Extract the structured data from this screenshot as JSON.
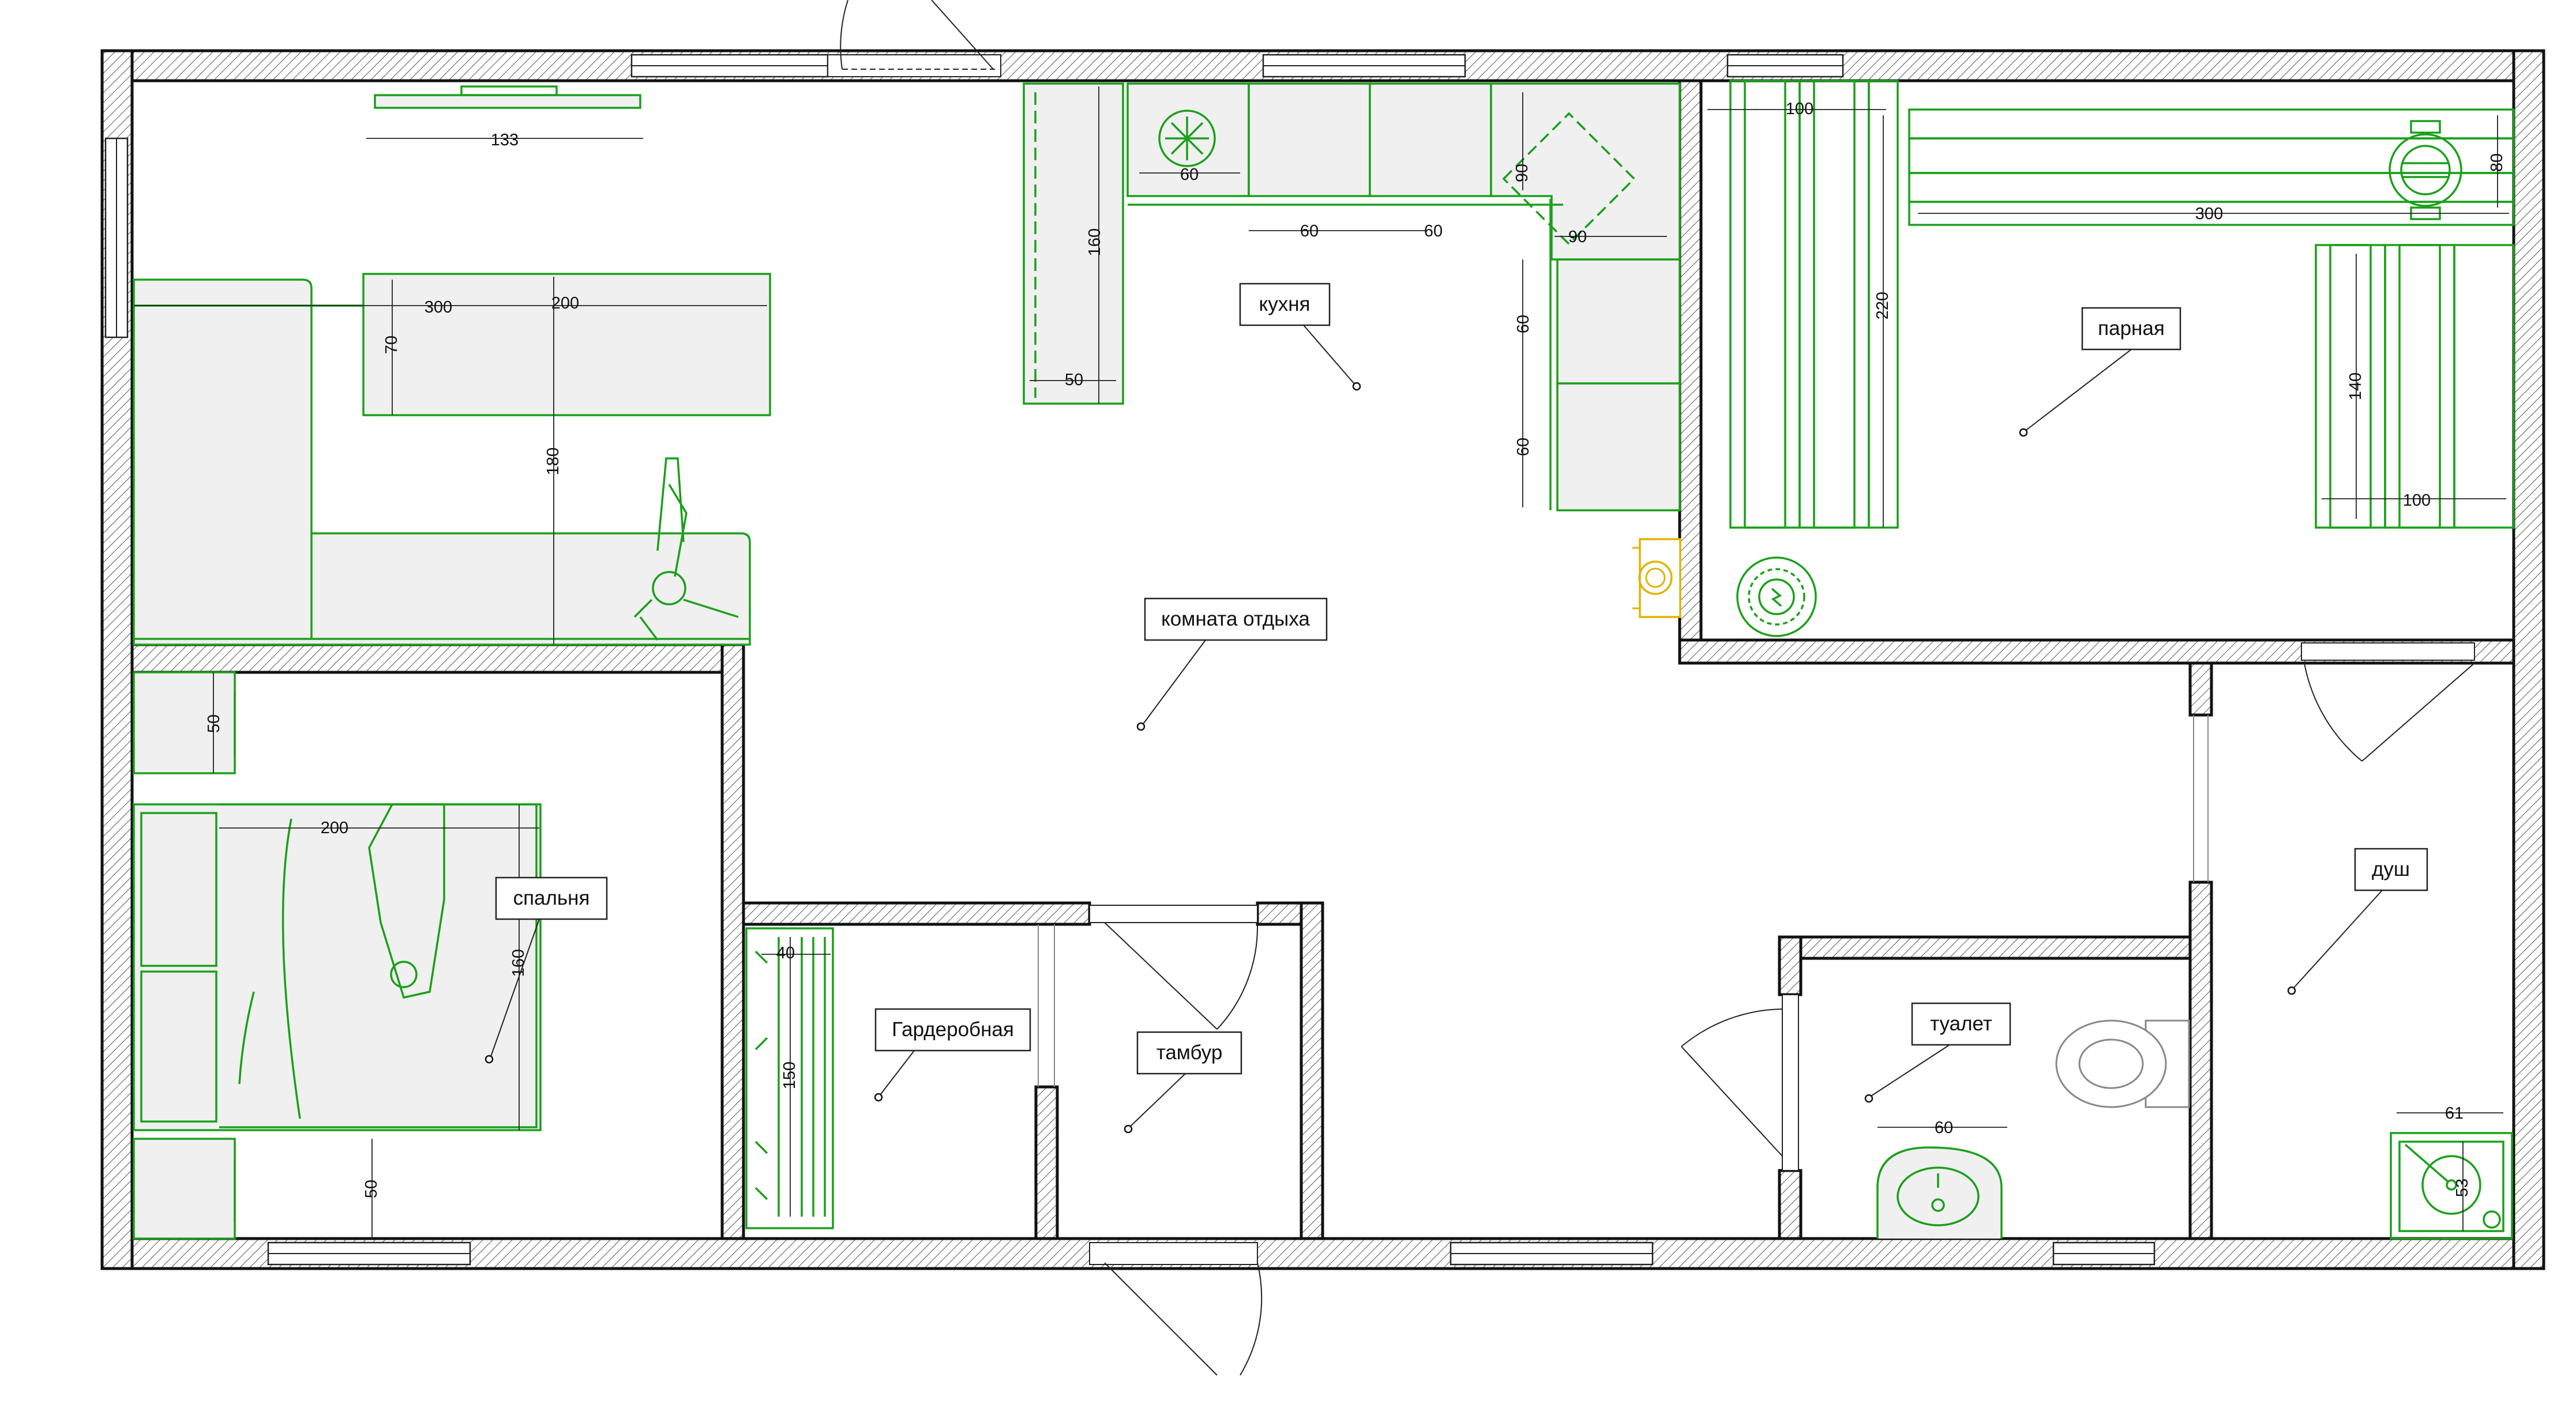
{
  "rooms": {
    "kitchen": "кухня",
    "steam_room": "парная",
    "lounge": "комната отдыха",
    "bedroom": "спальня",
    "wardrobe": "Гардеробная",
    "vestibule": "тамбур",
    "toilet": "туалет",
    "shower": "душ"
  },
  "dimensions": {
    "tv_width": "133",
    "fridge_width": "60",
    "island_length": "160",
    "island_width": "50",
    "counter_a": "60",
    "counter_b": "60",
    "corner_depth": "90",
    "corner_width": "90",
    "counter_c": "60",
    "counter_d": "60",
    "sofa_length": "300",
    "table_length": "200",
    "table_depth": "70",
    "sofa_depth": "180",
    "bench_width": "100",
    "bench_long": "300",
    "bench_depth": "80",
    "bench_height": "220",
    "bench_right": "140",
    "bench_right_width": "100",
    "nightstand_top": "50",
    "bed_length": "200",
    "bed_width": "160",
    "nightstand_bottom": "50",
    "rack_depth": "40",
    "rack_length": "150",
    "sink_width": "60",
    "tray_width": "61",
    "tray_depth": "53"
  },
  "colors": {
    "walls": "#111111",
    "furniture": "#1aa01a",
    "boiler": "#e0b400",
    "fixtures": "#888888"
  }
}
